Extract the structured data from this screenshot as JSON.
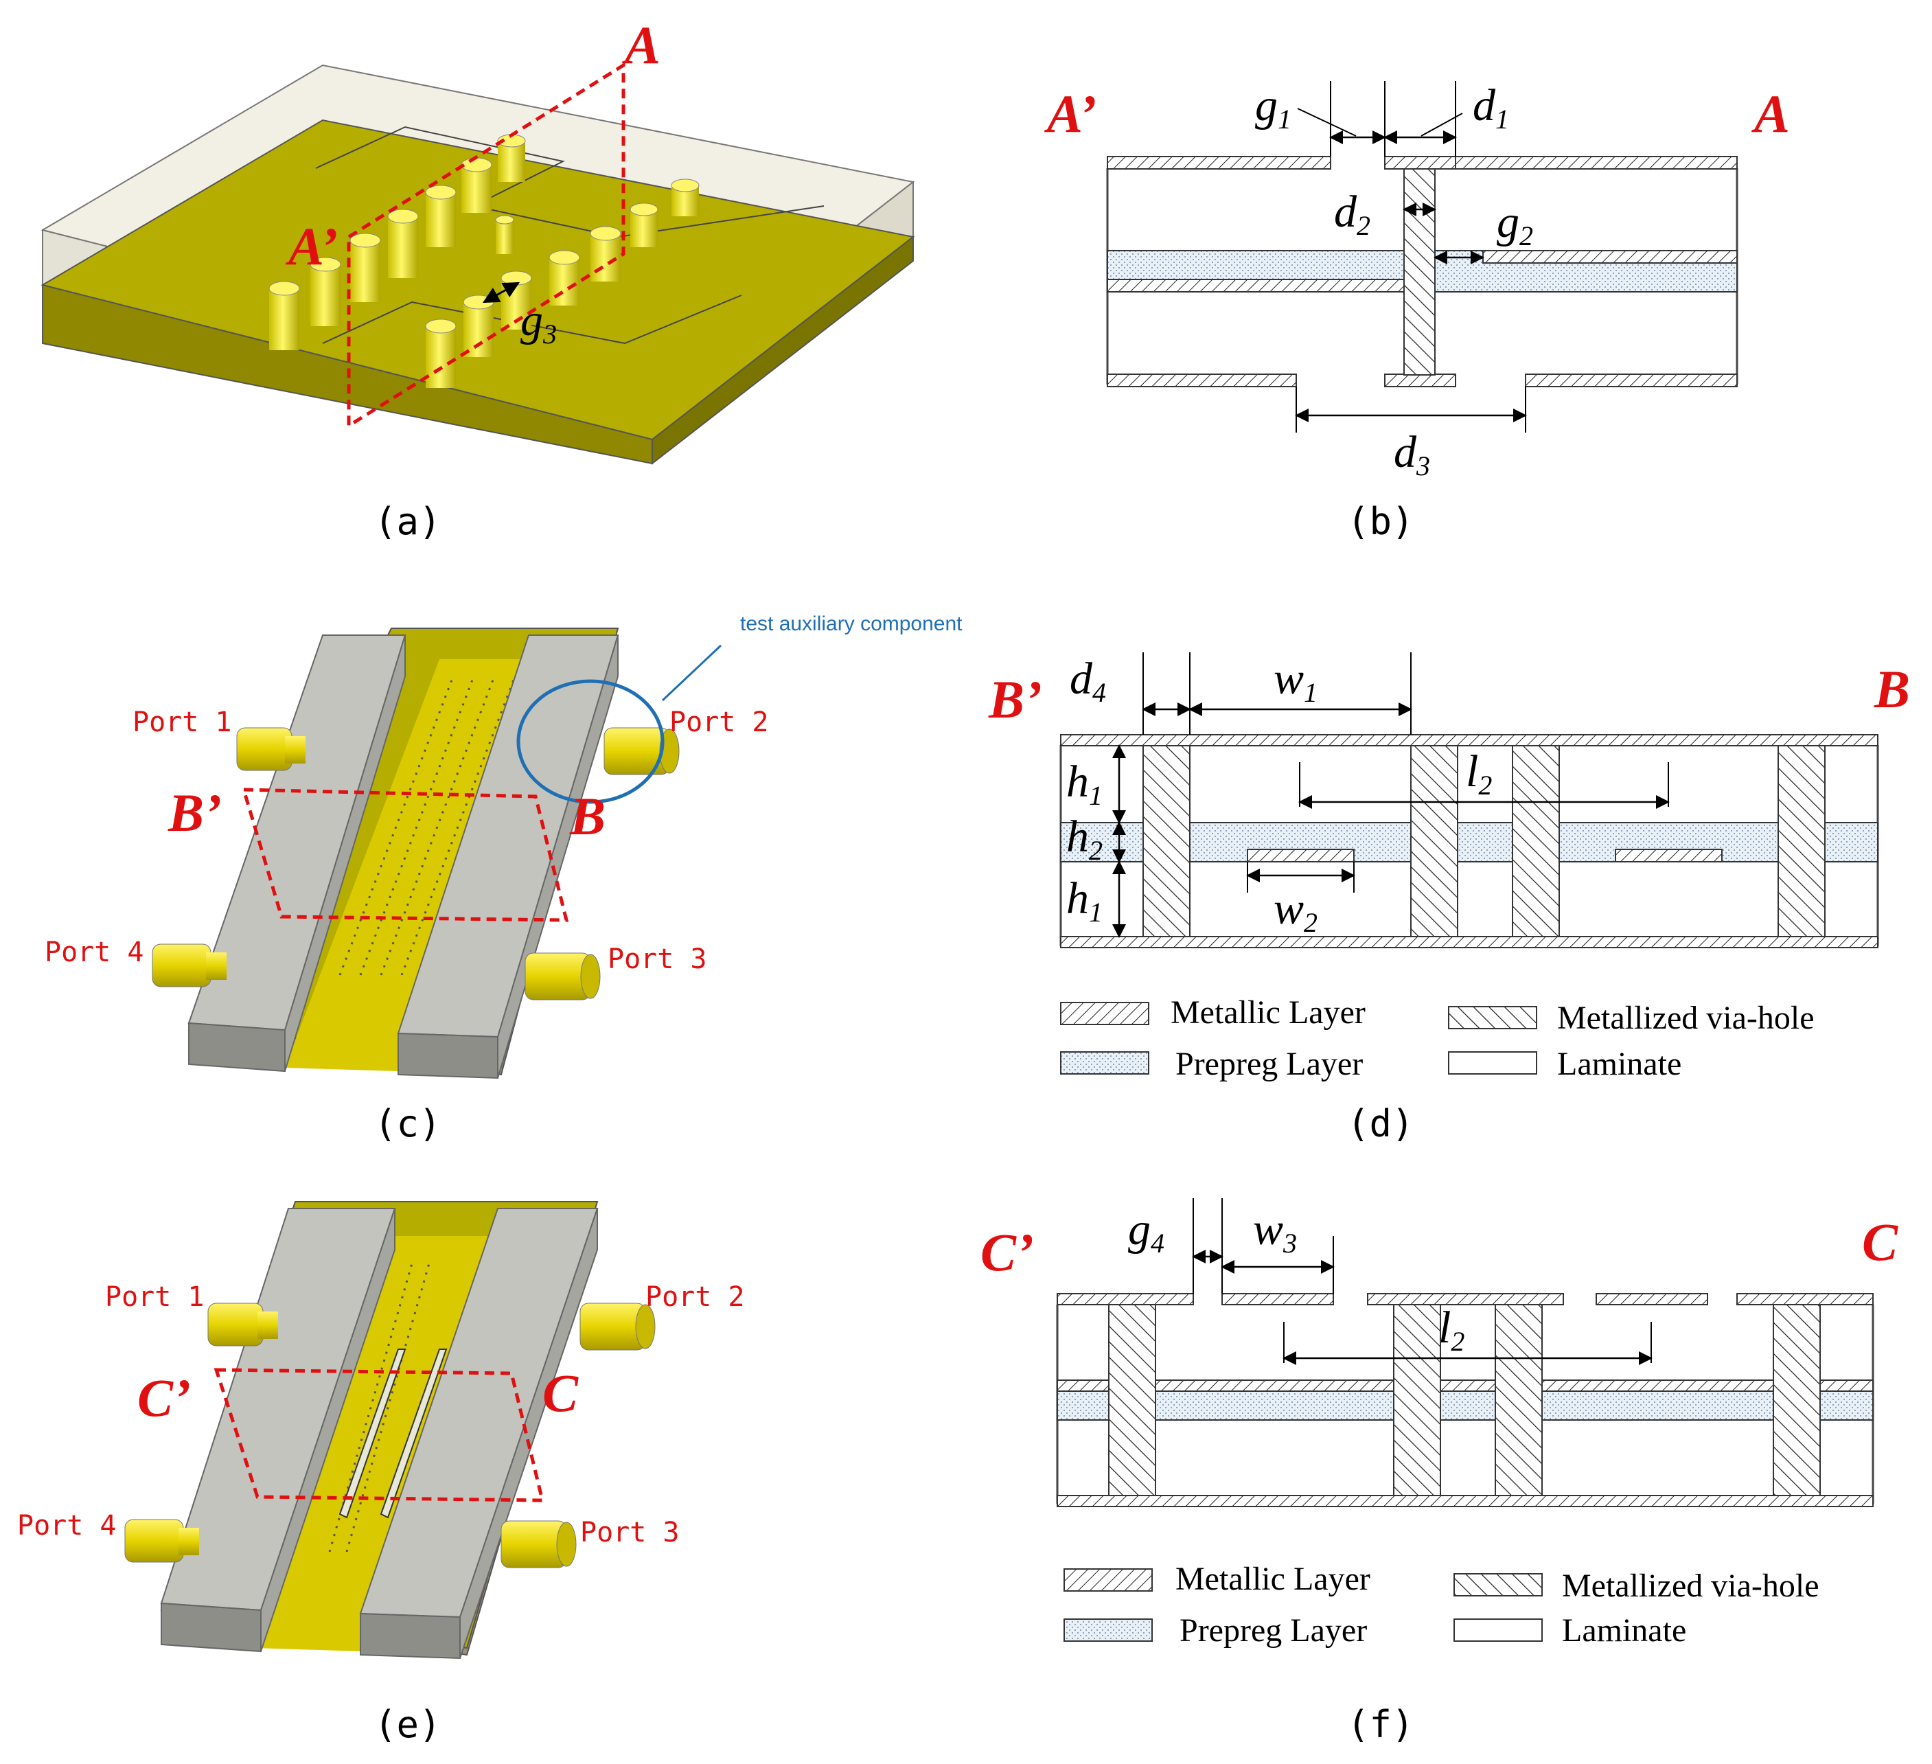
{
  "captions": {
    "a": "(a)",
    "b": "(b)",
    "c": "(c)",
    "d": "(d)",
    "e": "(e)",
    "f": "(f)"
  },
  "sections": {
    "a": "A",
    "a_prime": "A’",
    "b": "B",
    "b_prime": "B’",
    "c": "C",
    "c_prime": "C’"
  },
  "ports": {
    "p1": "Port 1",
    "p2": "Port 2",
    "p3": "Port 3",
    "p4": "Port 4"
  },
  "annotation": "test auxiliary component",
  "dims": {
    "g": "g",
    "d": "d",
    "h": "h",
    "w": "w",
    "l": "l",
    "s1": "1",
    "s2": "2",
    "s3": "3",
    "s4": "4"
  },
  "legend": {
    "metallic": "Metallic Layer",
    "prepreg": "Prepreg Layer",
    "via": "Metallized via-hole",
    "laminate": "Laminate"
  },
  "colors": {
    "substrate": "#b5ad00",
    "via": "#e6dc10",
    "rail": "#c4c4be",
    "section": "#e01010",
    "annotation": "#1f6fb5"
  }
}
